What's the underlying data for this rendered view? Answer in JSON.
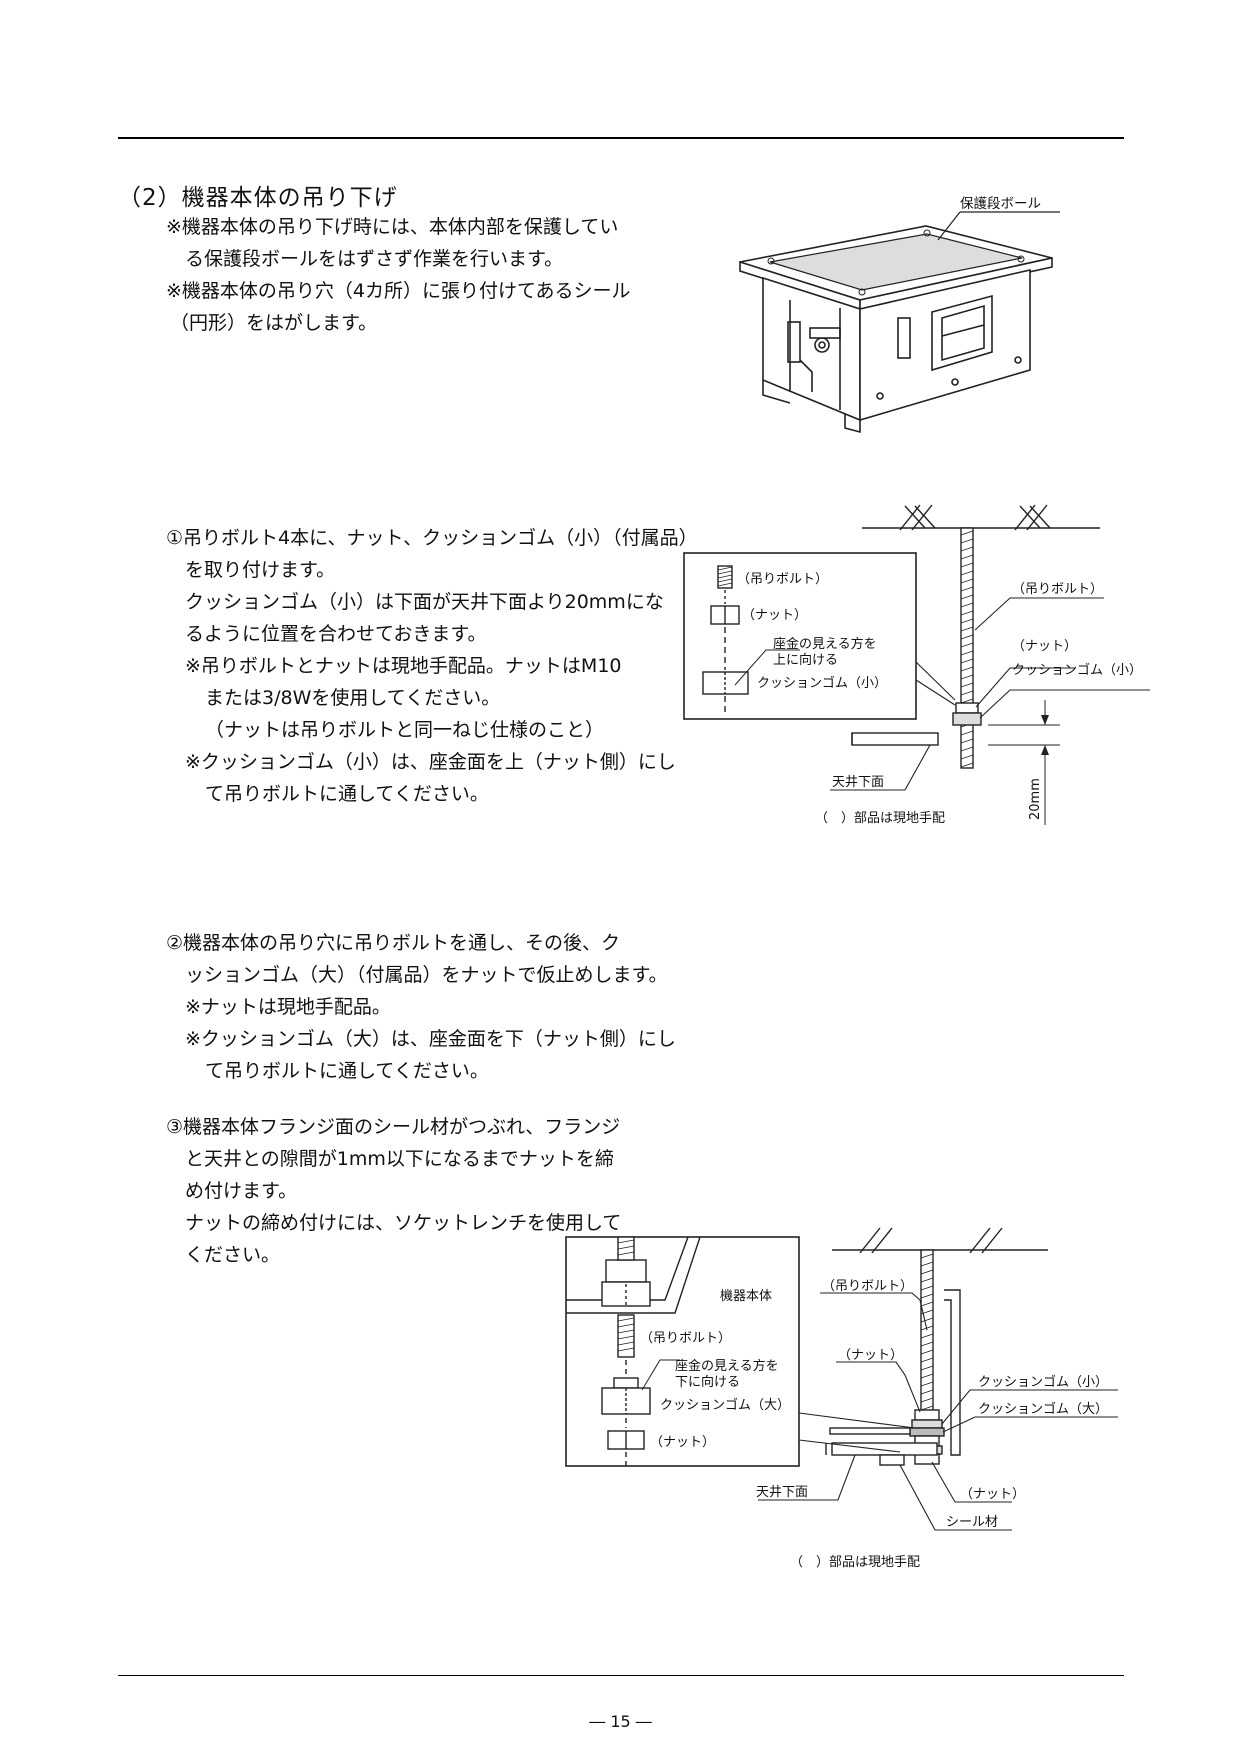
{
  "section_title": "（2）機器本体の吊り下げ",
  "intro": {
    "note1_line1": "※機器本体の吊り下げ時には、本体内部を保護してい",
    "note1_line2": "る保護段ボールをはずさず作業を行います。",
    "note2_line1": "※機器本体の吊り穴（4カ所）に張り付けてあるシール",
    "note2_line2": "（円形）をはがします。"
  },
  "fig1": {
    "label_cardboard": "保護段ボール"
  },
  "step1": {
    "l1": "①吊りボルト4本に、ナット、クッションゴム（小）（付属品）",
    "l2": "を取り付けます。",
    "l3": "クッションゴム（小）は下面が天井下面より20mmにな",
    "l4": "るように位置を合わせておきます。",
    "l5": "※吊りボルトとナットは現地手配品。ナットはM10",
    "l6": "または3/8Wを使用してください。",
    "l7": "（ナットは吊りボルトと同一ねじ仕様のこと）",
    "l8": "※クッションゴム（小）は、座金面を上（ナット側）にし",
    "l9": "て吊りボルトに通してください。"
  },
  "fig2": {
    "inset_bolt": "（吊りボルト）",
    "inset_nut": "（ナット）",
    "inset_washer_line1": "座金の見える方を",
    "inset_washer_line2": "上に向ける",
    "inset_cushion": "クッションゴム（小）",
    "bolt": "（吊りボルト）",
    "nut": "（ナット）",
    "cushion": "クッションゴム（小）",
    "ceiling": "天井下面",
    "dimension": "20mm",
    "note": "（　）部品は現地手配"
  },
  "step2": {
    "l1": "②機器本体の吊り穴に吊りボルトを通し、その後、ク",
    "l2": "ッションゴム（大）（付属品）をナットで仮止めします。",
    "l3": "※ナットは現地手配品。",
    "l4": "※クッションゴム（大）は、座金面を下（ナット側）にし",
    "l5": "て吊りボルトに通してください。"
  },
  "step3": {
    "l1": "③機器本体フランジ面のシール材がつぶれ、フランジ",
    "l2": "と天井との隙間が1mm以下になるまでナットを締",
    "l3": "め付けます。",
    "l4": "ナットの締め付けには、ソケットレンチを使用して",
    "l5": "ください。"
  },
  "fig3": {
    "inset_body": "機器本体",
    "inset_bolt": "（吊りボルト）",
    "inset_washer_line1": "座金の見える方を",
    "inset_washer_line2": "下に向ける",
    "inset_cushion": "クッションゴム（大）",
    "inset_nut": "（ナット）",
    "bolt": "（吊りボルト）",
    "nut_top": "（ナット）",
    "cushion_small": "クッションゴム（小）",
    "cushion_large": "クッションゴム（大）",
    "ceiling": "天井下面",
    "nut_bottom": "（ナット）",
    "seal": "シール材",
    "note": "（　）部品は現地手配"
  },
  "page_number": "― 15 ―"
}
